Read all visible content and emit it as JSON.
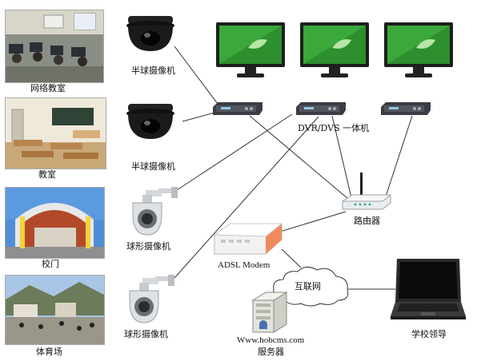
{
  "sites": {
    "network_classroom": "网络教室",
    "classroom": "教室",
    "school_gate": "校门",
    "gym": "体育场"
  },
  "cameras": {
    "dome_1": "半球摄像机",
    "dome_2": "半球摄像机",
    "ptz_1": "球形摄像机",
    "ptz_2": "球形摄像机"
  },
  "devices": {
    "dvr": "DVR/DVS 一体机",
    "router": "路由器",
    "modem": "ADSL Modem",
    "internet": "互联网",
    "server_url": "Www.hobcms.com",
    "server": "服务器",
    "laptop": "学校领导"
  },
  "colors": {
    "line": "#333333",
    "monitor_screen": "#3aa83a",
    "dvr_body": "#3a3d44"
  }
}
